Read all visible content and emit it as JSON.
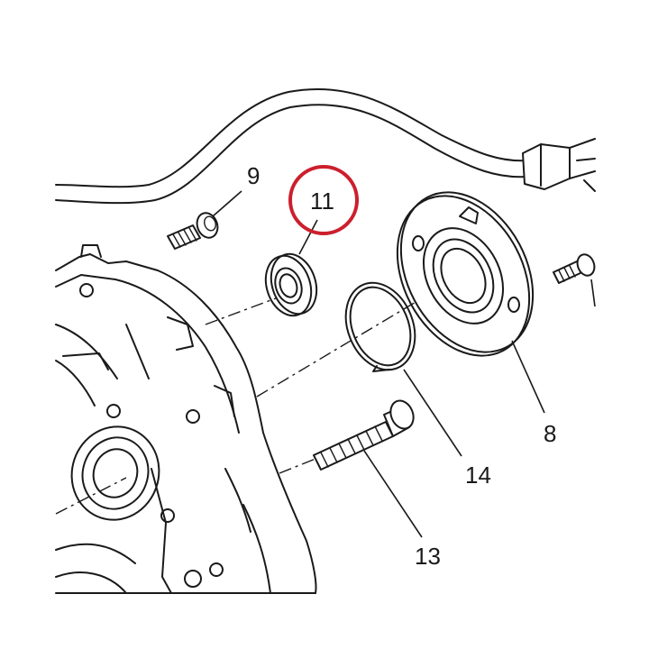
{
  "labels": {
    "part_9": "9",
    "part_11": "11",
    "part_8": "8",
    "part_14": "14",
    "part_13": "13"
  },
  "highlight": {
    "target": "11",
    "color": "#cc1f2d"
  }
}
